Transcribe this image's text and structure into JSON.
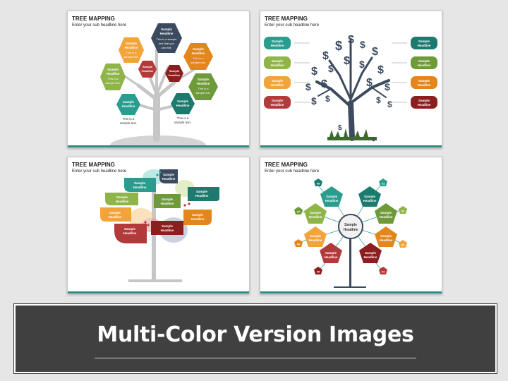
{
  "slides": [
    {
      "title": "TREE MAPPING",
      "subtitle": "Enter your sub headline here"
    },
    {
      "title": "TREE MAPPING",
      "subtitle": "Enter your sub headline here"
    },
    {
      "title": "TREE MAPPING",
      "subtitle": "Enter your sub headline here"
    },
    {
      "title": "TREE MAPPING",
      "subtitle": "Enter your sub headline here"
    }
  ],
  "labels": {
    "sample": "Sample",
    "headline": "Headline",
    "this_is_a": "This is a",
    "sample_text": "sample text.",
    "this_is_a_sample": "This is a sample",
    "text_that_you": "text that you",
    "can_edit": "can edit.",
    "this_is_a_sample_short": "This is a",
    "sample_text_short": "sample text."
  },
  "numbers": [
    "01",
    "02",
    "03",
    "04",
    "05",
    "06",
    "07",
    "08"
  ],
  "icons": {
    "dollar": "$"
  },
  "colors": {
    "teal": "#2a9d8f",
    "dark_teal": "#1d7a6e",
    "orange": "#f2a33a",
    "dark_orange": "#e3861b",
    "green": "#8fb44a",
    "olive": "#6e9a3a",
    "red": "#b33a3a",
    "dark_red": "#8b1e1e",
    "navy": "#3b4a5e",
    "banner": "#404040"
  },
  "banner": {
    "title": "Multi-Color Version Images"
  }
}
